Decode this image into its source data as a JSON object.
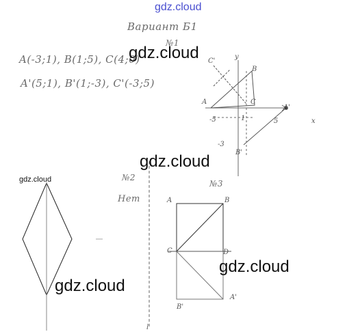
{
  "watermarks": {
    "top": "gdz.cloud",
    "main": "gdz.cloud",
    "small": "gdz.cloud"
  },
  "handwriting": {
    "heading": "Вариант Б1",
    "task1": "№1",
    "points_line": "A(-3;1), B(1;5), C(4;0)",
    "image_line": "A'(5;1), B'(1;-3), C'(-3;5)",
    "task2": "№2",
    "task2_note": "Нет",
    "task3": "№3"
  },
  "graph1": {
    "labels": {
      "y_axis": "y",
      "x_axis": "x",
      "A": "A",
      "B": "B",
      "C": "C",
      "A_prime": "A'",
      "B_prime": "B'",
      "C_prime": "C'",
      "tick_5": "5",
      "tick_neg3": "-3",
      "tick_1": "1",
      "tick_neg5": "-5"
    }
  },
  "graph3": {
    "labels": {
      "A": "A",
      "B": "B",
      "C": "C",
      "D": "D",
      "A_prime": "A'",
      "B_prime": "B'"
    }
  },
  "axis2_label": "l",
  "colors": {
    "pencil": "#6a6a6a",
    "ink": "#111111",
    "watermark_top": "#4a4fd0"
  }
}
